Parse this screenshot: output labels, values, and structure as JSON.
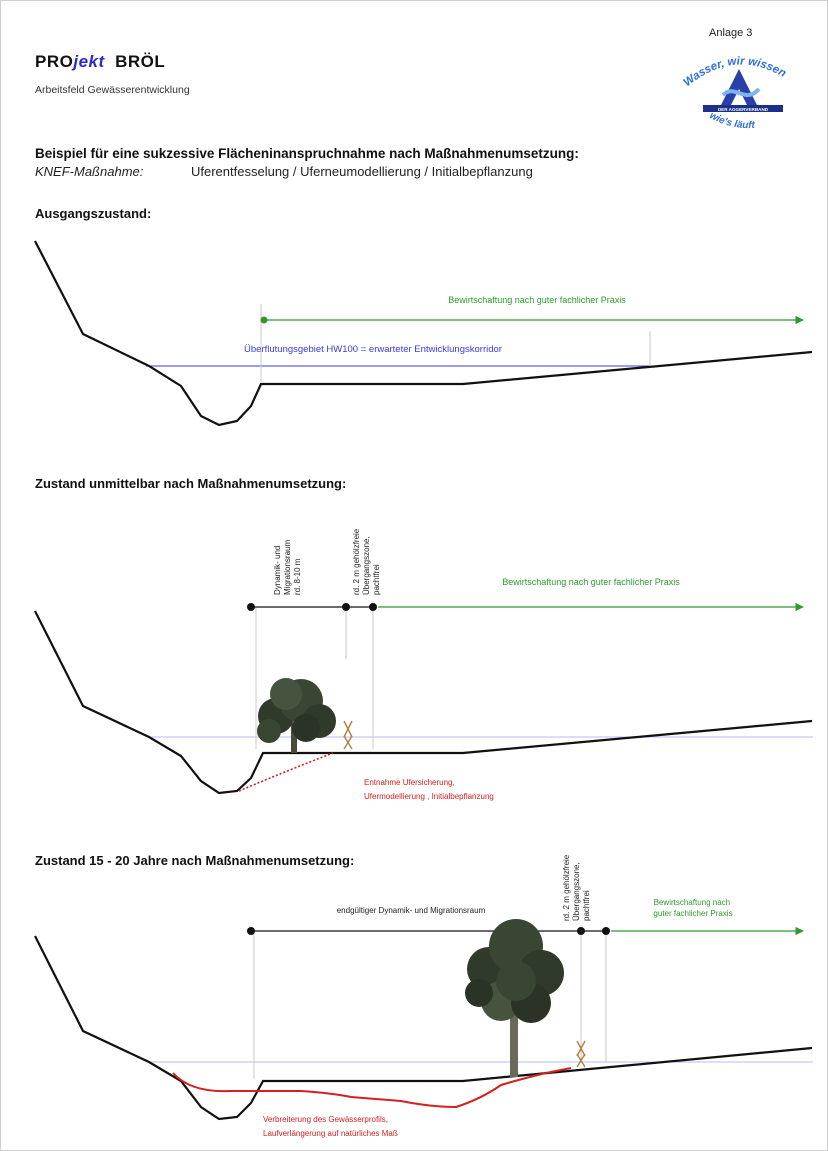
{
  "header": {
    "anlage": "Anlage 3",
    "project_prefix": "PRO",
    "project_italic": "jekt",
    "project_name": "BRÖL",
    "subtitle": "Arbeitsfeld Gewässerentwicklung"
  },
  "logo": {
    "line1": "Wasser, wir wissen",
    "band": "DER AGGERVERBAND",
    "line2": "wie's läuft"
  },
  "example": {
    "heading": "Beispiel für eine sukzessive Flächeninanspruchnahme nach Maßnahmenumsetzung:",
    "knef_label": "KNEF-Maßnahme:",
    "knef_value": "Uferentfesselung / Uferneumodellierung / Initialbepflanzung"
  },
  "sections": {
    "s1": {
      "title": "Ausgangszustand:",
      "management": "Bewirtschaftung nach guter fachlicher Praxis",
      "flood": "Überflutungsgebiet HW100 = erwarteter Entwicklungskorridor"
    },
    "s2": {
      "title": "Zustand unmittelbar nach Maßnahmenumsetzung:",
      "dyn_line1": "Dynamik- und",
      "dyn_line2": "Migrationsraum",
      "dyn_line3": "rd. 8-10 m",
      "trans_line1": "rd. 2 m gehölzfreie",
      "trans_line2": "Übergangszone,",
      "trans_line3": "pachtfrei",
      "management": "Bewirtschaftung nach guter fachlicher Praxis",
      "note_line1": "Entnahme Ufersicherung,",
      "note_line2": "Ufermodellierung , Initialbepflanzung"
    },
    "s3": {
      "title": "Zustand 15 - 20 Jahre nach Maßnahmenumsetzung:",
      "final": "endgültiger Dynamik- und Migrationsraum",
      "trans_line1": "rd. 2 m gehölzfreie",
      "trans_line2": "Übergangszone,",
      "trans_line3": "pachtfrei",
      "management_line1": "Bewirtschaftung nach",
      "management_line2": "guter fachlicher Praxis",
      "note_line1": "Verbreiterung des Gewässerprofils,",
      "note_line2": "Laufverlängerung auf natürliches Maß"
    }
  },
  "colors": {
    "green": "#2e9a2e",
    "blue": "#3a3ae0",
    "red": "#d42020",
    "tree": "#2f3a2a"
  }
}
